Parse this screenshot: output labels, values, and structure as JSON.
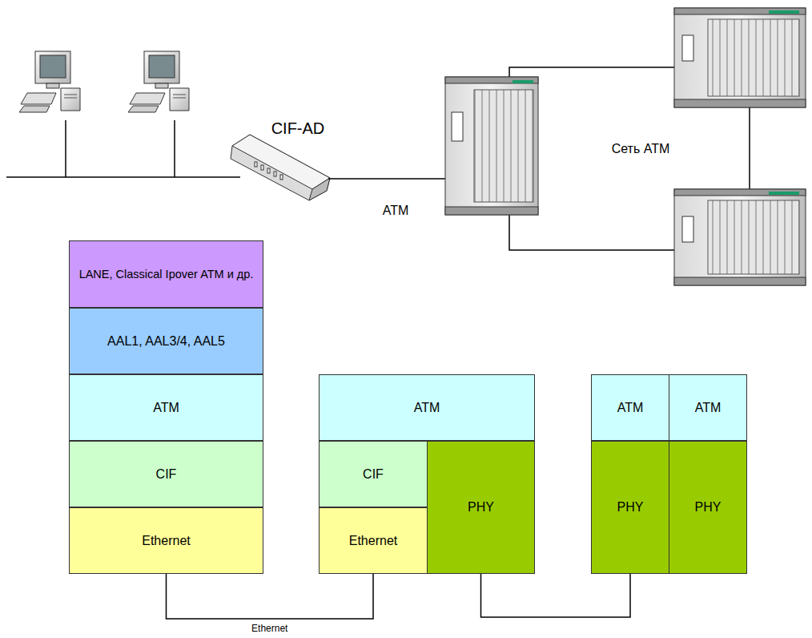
{
  "diagram": {
    "nodes": [
      {
        "text": [
          "LANE, Classical Ipover ATM и др."
        ]
      },
      {
        "text": [
          "AAL1, AAL3/4, AAL5"
        ]
      },
      {
        "text": [
          "ATM"
        ]
      },
      {
        "text": [
          "CIF"
        ]
      },
      {
        "text": [
          "Ethernet"
        ]
      },
      {
        "text": [
          "ATM"
        ]
      },
      {
        "text": [
          "CIF"
        ]
      },
      {
        "text": [
          "Ethernet"
        ]
      },
      {
        "text": [
          "PHY"
        ]
      },
      {
        "text": [
          "ATM"
        ]
      },
      {
        "text": [
          "ATM"
        ]
      },
      {
        "text": [
          "PHY"
        ]
      },
      {
        "text": [
          "PHY"
        ]
      }
    ],
    "edges": [
      {
        "from": 4,
        "to": 7,
        "arrow": "none",
        "label": "Ethernet"
      },
      {
        "from": 8,
        "to": 11,
        "arrow": "none"
      }
    ],
    "labels": [
      "CIF-AD",
      "ATM",
      "Сеть ATM"
    ]
  }
}
